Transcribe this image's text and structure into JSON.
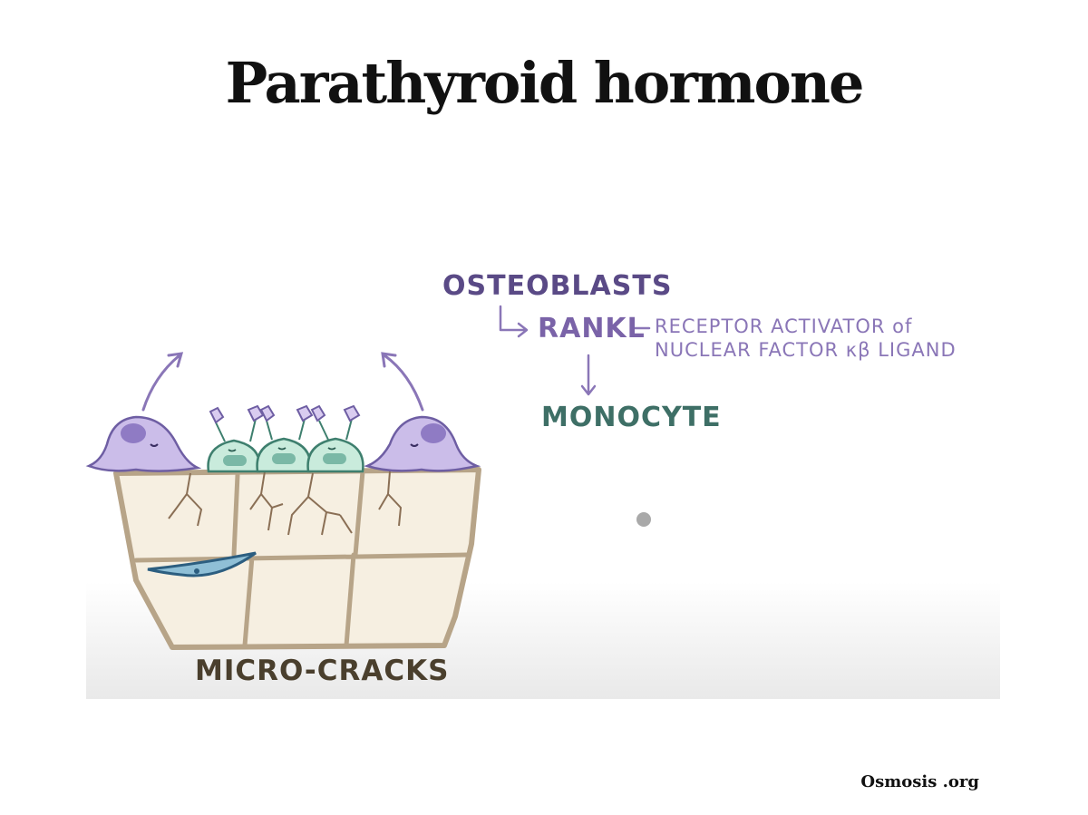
{
  "title": "Parathyroid hormone",
  "labels": {
    "osteoblasts": "OSTEOBLASTS",
    "rankl": "RANKL",
    "rankl_definition_line1": "RECEPTOR ACTIVATOR of",
    "rankl_definition_line2": "NUCLEAR FACTOR κβ LIGAND",
    "monocyte": "MONOCYTE",
    "micro_cracks": "MICRO-CRACKS"
  },
  "footer": "Osmosis .org",
  "colors": {
    "osteoblast_purple": "#cbbde9",
    "osteocyte_green": "#c9ebdc",
    "bone_fill": "#f6efe1",
    "bone_outline": "#b7a488",
    "text_purple": "#5a4a86",
    "text_teal": "#3e6f66",
    "text_brown": "#4a3f2d"
  }
}
